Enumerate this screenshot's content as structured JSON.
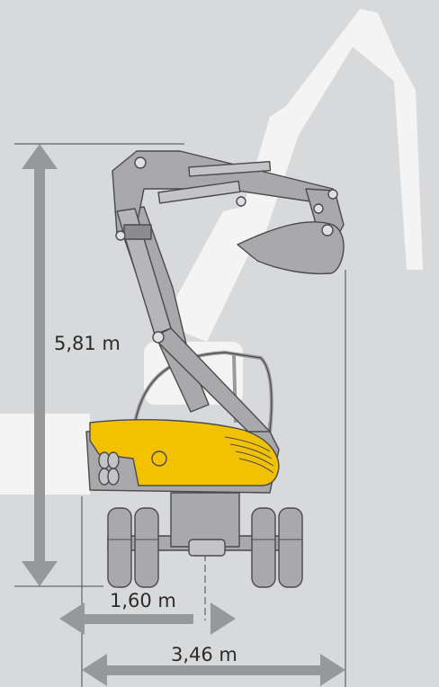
{
  "dimensions": {
    "height": "5,81 m",
    "track_width": "1,60 m",
    "overall_width": "3,46 m"
  },
  "colors": {
    "background": "#d8d9db",
    "machine_body": "#a9a9ab",
    "machine_outline": "#4a4a4c",
    "counterweight_yellow": "#f2c200",
    "ghost_silhouette": "#f4f4f5",
    "dimension_arrow": "#97989a",
    "text": "#2b2b2b"
  }
}
